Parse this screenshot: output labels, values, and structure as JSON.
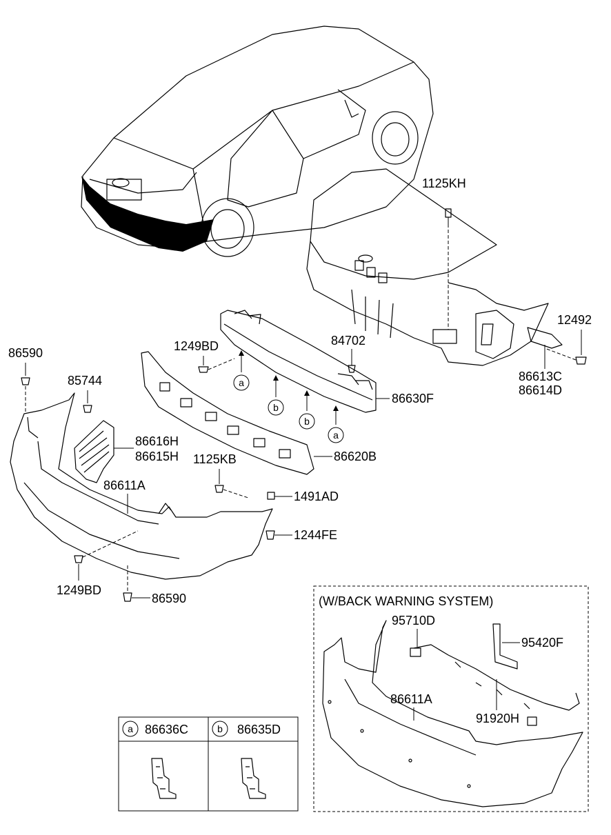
{
  "labels": {
    "p1125KH": "1125KH",
    "p12492": "12492",
    "p84702": "84702",
    "p1249BD_top": "1249BD",
    "p86590_top": "86590",
    "p85744": "85744",
    "p86613C": "86613C",
    "p86614D": "86614D",
    "p86630F": "86630F",
    "p86616H": "86616H",
    "p86615H": "86615H",
    "p86620B": "86620B",
    "p1125KB": "1125KB",
    "p86611A": "86611A",
    "p1491AD": "1491AD",
    "p1244FE": "1244FE",
    "p1249BD_bot": "1249BD",
    "p86590_bot": "86590"
  },
  "markers": {
    "a": "a",
    "b": "b"
  },
  "inset": {
    "title": "(W/BACK WARNING SYSTEM)",
    "p95710D": "95710D",
    "p95420F": "95420F",
    "p86611A": "86611A",
    "p91920H": "91920H"
  },
  "legend": {
    "a_marker": "a",
    "a_part": "86636C",
    "b_marker": "b",
    "b_part": "86635D"
  }
}
